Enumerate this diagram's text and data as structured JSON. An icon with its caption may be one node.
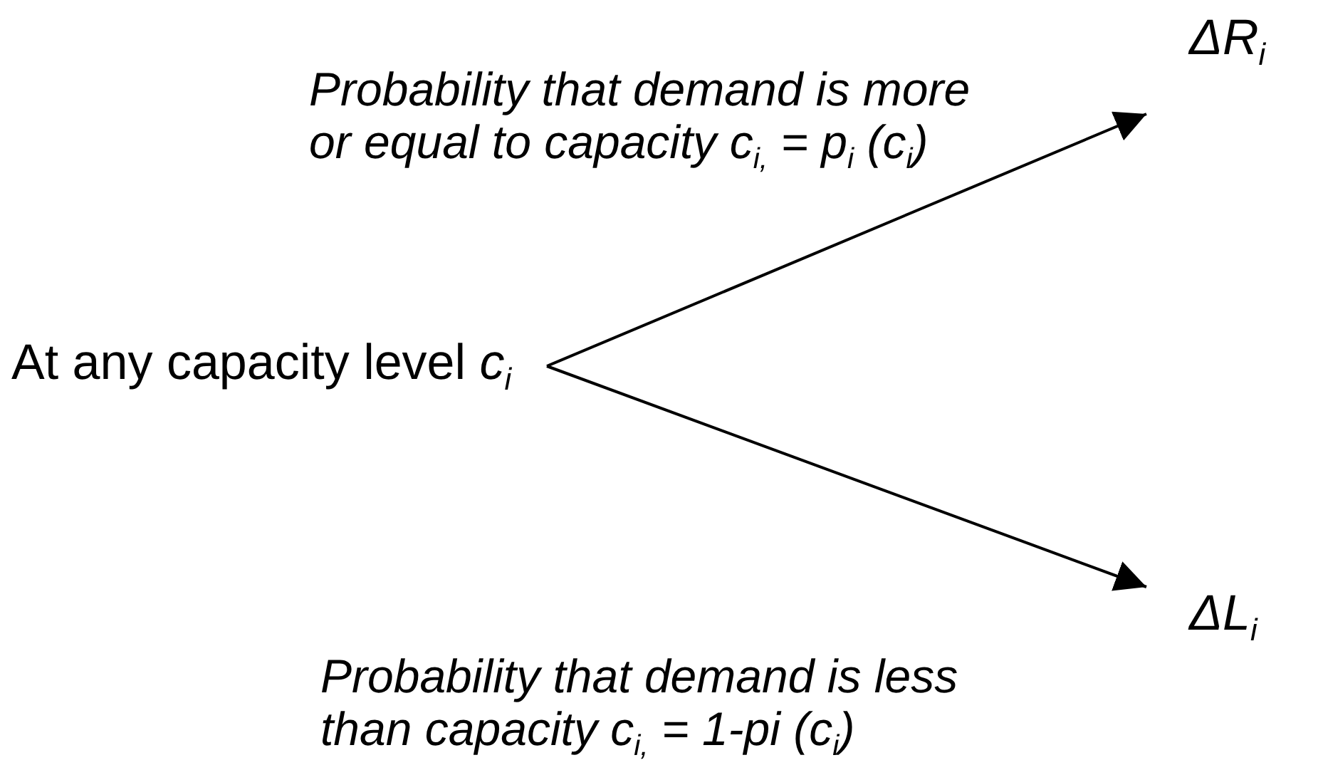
{
  "diagram": {
    "nodes": [
      {
        "text": [
          "At any capacity level *c*$_{i}$"
        ]
      },
      {
        "text": [
          "ΔR$_{i}$"
        ]
      },
      {
        "text": [
          "ΔL$_{i}$"
        ]
      }
    ],
    "edges": [
      {
        "from": 0,
        "to": 1,
        "arrow": "to",
        "label": "Probability that demand is more or equal to capacity c$_{i,}$ = p$_{i}$ (c$_{i}$)"
      },
      {
        "from": 0,
        "to": 2,
        "arrow": "to",
        "label": "Probability that demand is less than capacity c$_{i,}$ = 1-pi (c$_{i}$)"
      }
    ]
  }
}
